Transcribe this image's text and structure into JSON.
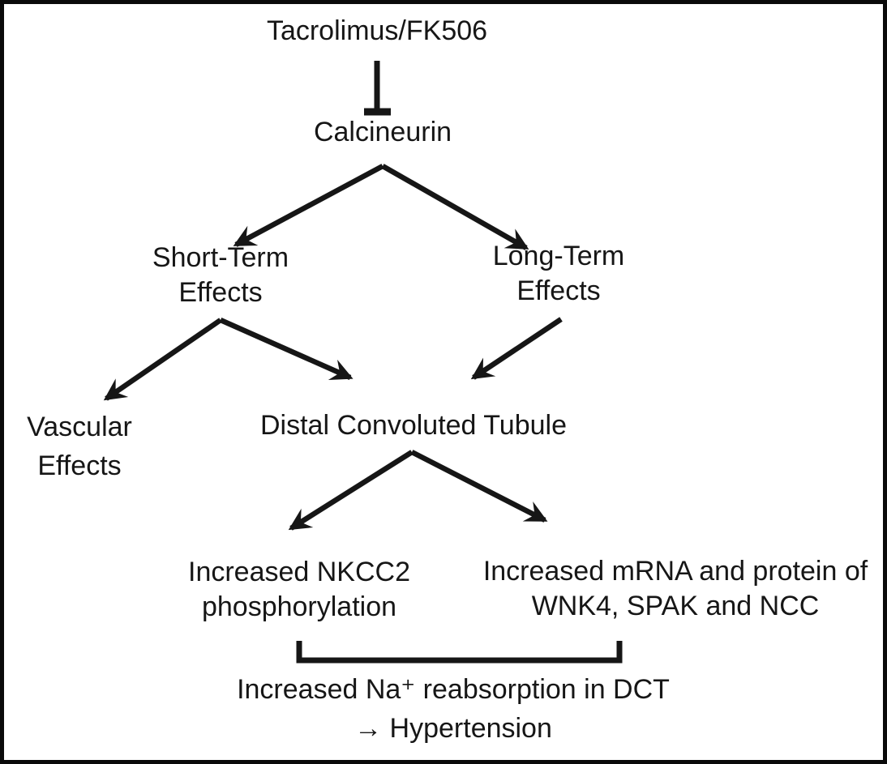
{
  "diagram": {
    "type": "flowchart",
    "colors": {
      "ink": "#161616",
      "background": "#ffffff"
    },
    "nodes": {
      "tacrolimus": {
        "label": "Tacrolimus/FK506"
      },
      "calcineurin": {
        "label": "Calcineurin"
      },
      "short_term": {
        "lines": [
          "Short-Term",
          "Effects"
        ]
      },
      "long_term": {
        "lines": [
          "Long-Term",
          "Effects"
        ]
      },
      "vascular": {
        "lines": [
          "Vascular",
          "Effects"
        ]
      },
      "dct": {
        "label": "Distal Convoluted Tubule"
      },
      "nkcc2": {
        "lines": [
          "Increased NKCC2",
          "phosphorylation"
        ]
      },
      "wnk4": {
        "lines": [
          "Increased mRNA and protein of",
          "WNK4, SPAK and NCC"
        ]
      },
      "outcome": {
        "lines": [
          "Increased Na⁺ reabsorption in DCT",
          "→ Hypertension"
        ]
      }
    },
    "edges": [
      {
        "from": "tacrolimus",
        "to": "calcineurin",
        "type": "inhibition"
      },
      {
        "from": "calcineurin",
        "to": "short_term",
        "type": "arrow"
      },
      {
        "from": "calcineurin",
        "to": "long_term",
        "type": "arrow"
      },
      {
        "from": "short_term",
        "to": "vascular",
        "type": "arrow"
      },
      {
        "from": "short_term",
        "to": "dct",
        "type": "arrow"
      },
      {
        "from": "long_term",
        "to": "dct",
        "type": "arrow"
      },
      {
        "from": "dct",
        "to": "nkcc2",
        "type": "arrow"
      },
      {
        "from": "dct",
        "to": "wnk4",
        "type": "arrow"
      },
      {
        "from": "nkcc2 + wnk4",
        "to": "outcome",
        "type": "bracket"
      }
    ]
  }
}
